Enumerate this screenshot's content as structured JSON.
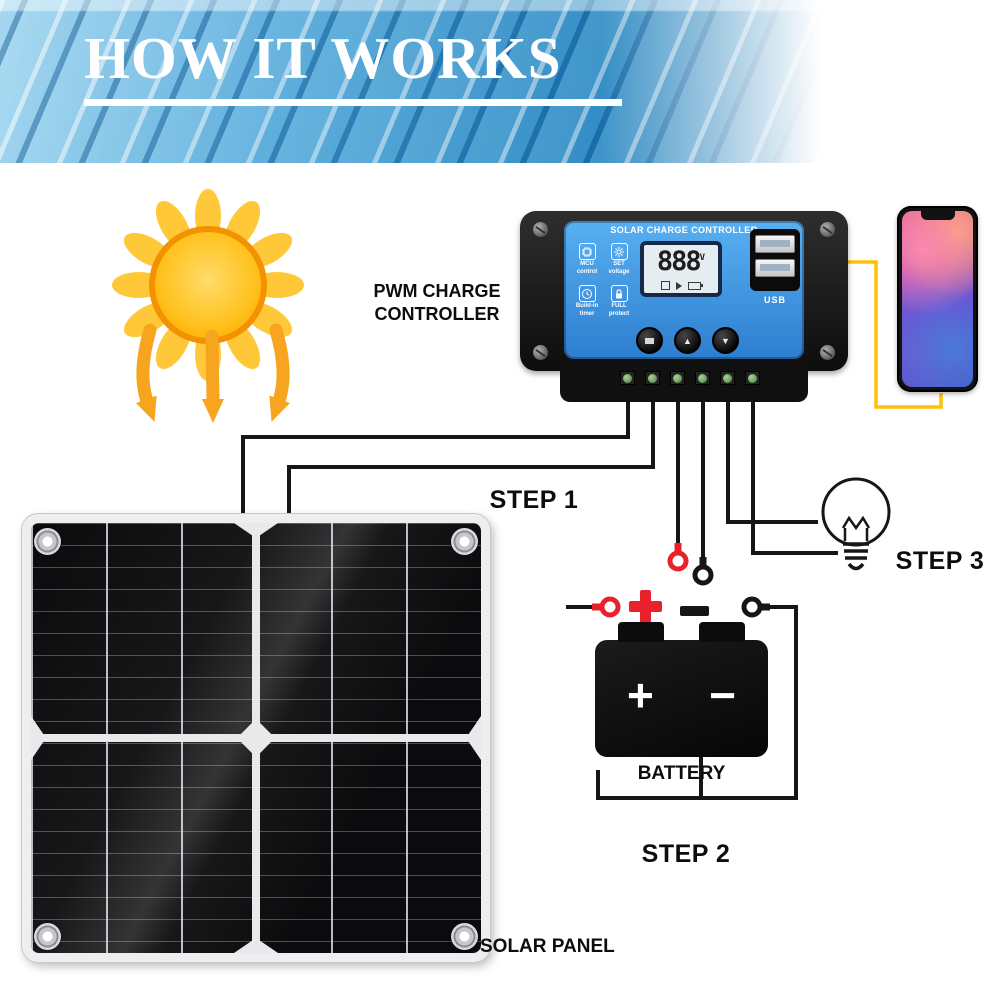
{
  "header": {
    "title": "HOW IT WORKS"
  },
  "labels": {
    "pwm_line1": "PWM CHARGE",
    "pwm_line2": "CONTROLLER"
  },
  "controller": {
    "title": "SOLAR CHARGE CONTROLLER",
    "display": {
      "value": "888",
      "unit": "V"
    },
    "mini_buttons": [
      {
        "line1": "MCU",
        "line2": "control"
      },
      {
        "line1": "SET",
        "line2": "voltage"
      },
      {
        "line1": "Build-in",
        "line2": "timer"
      },
      {
        "line1": "FULL",
        "line2": "protect"
      }
    ],
    "knobs": {
      "up": "▲",
      "down": "▼"
    },
    "usb_label": "USB"
  },
  "battery": {
    "label": "BATTERY",
    "plus": "+",
    "minus": "−"
  },
  "steps": {
    "step1": "STEP 1",
    "step2": "STEP 2",
    "step3": "STEP 3"
  },
  "solar_panel": {
    "label": "SOLAR PANEL"
  },
  "colors": {
    "header_blue": "#2181BD",
    "controller_blue": "#3D9BE9",
    "sun_yellow": "#FFC21E",
    "sun_orange": "#F39200",
    "arrow_orange": "#F7A41F",
    "cable_yellow": "#FFC107",
    "wire_black": "#161616",
    "battery_red": "#E8212A"
  }
}
